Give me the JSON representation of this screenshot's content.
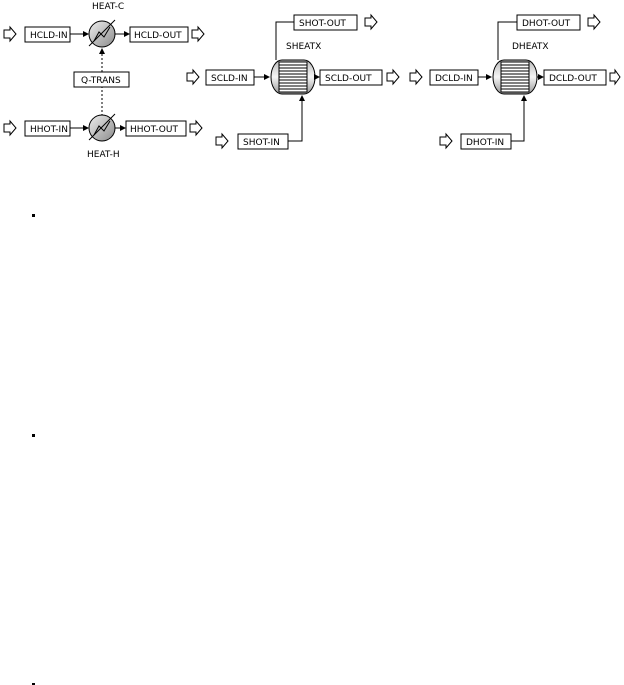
{
  "blocks": {
    "heat_c": "HEAT-C",
    "heat_h": "HEAT-H",
    "sheatx": "SHEATX",
    "dheatx": "DHEATX"
  },
  "streams": {
    "hcld_in": "HCLD-IN",
    "hcld_out": "HCLD-OUT",
    "q_trans": "Q-TRANS",
    "hhot_in": "HHOT-IN",
    "hhot_out": "HHOT-OUT",
    "scld_in": "SCLD-IN",
    "scld_out": "SCLD-OUT",
    "shot_in": "SHOT-IN",
    "shot_out": "SHOT-OUT",
    "dcld_in": "DCLD-IN",
    "dcld_out": "DCLD-OUT",
    "dhot_in": "DHOT-IN",
    "dhot_out": "DHOT-OUT"
  }
}
